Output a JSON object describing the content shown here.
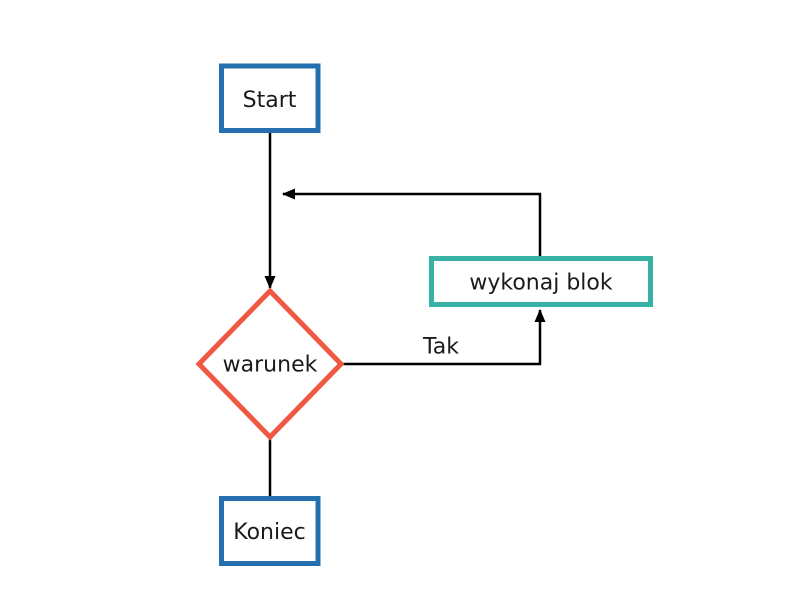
{
  "figure": {
    "type": "flowchart",
    "background": "#ffffff"
  },
  "colors": {
    "terminal_border": "#2470ae",
    "process_border": "#38b2a4",
    "decision_border": "#f05843",
    "connector": "#000000",
    "text": "#1a1a1a"
  },
  "nodes": {
    "start": {
      "label": "Start",
      "shape": "rectangle"
    },
    "warunek": {
      "label": "warunek",
      "shape": "diamond"
    },
    "wykonaj_blok": {
      "label": "wykonaj blok",
      "shape": "rectangle"
    },
    "koniec": {
      "label": "Koniec",
      "shape": "rectangle"
    }
  },
  "edges": {
    "start_to_warunek": {
      "from": "start",
      "to": "warunek",
      "label": "",
      "arrowhead": true
    },
    "warunek_to_wykonaj_blok": {
      "from": "warunek",
      "to": "wykonaj_blok",
      "label": "Tak",
      "arrowhead": true
    },
    "wykonaj_blok_loop_back": {
      "from": "wykonaj_blok",
      "to": "start_to_warunek",
      "label": "",
      "arrowhead": true
    },
    "warunek_to_koniec": {
      "from": "warunek",
      "to": "koniec",
      "label": "",
      "arrowhead": false
    }
  }
}
